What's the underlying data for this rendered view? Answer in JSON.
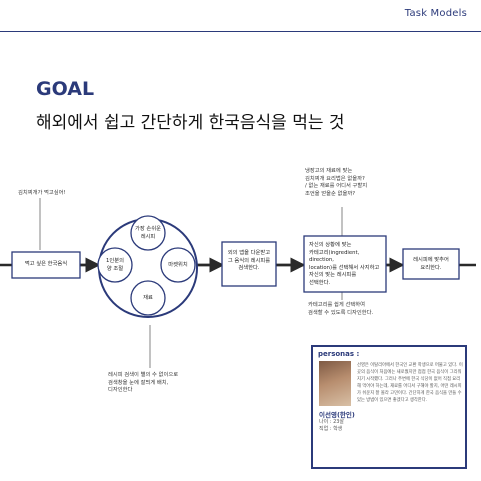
{
  "header": {
    "page_label": "Task Models"
  },
  "goal": {
    "label": "GOAL",
    "text": "해외에서 쉽고 간단하게 한국음식을 먹는 것"
  },
  "flow": {
    "start_note": "김치찌개가 먹고싶어!",
    "step1": "먹고 싶은 한국음식",
    "circles": {
      "ingredients": "1인분의\n양 조절",
      "recipe": "가장 손쉬운\n레시피",
      "tools": "마켓위치",
      "materials": "재료"
    },
    "below_circle_note": "레시피 검색이 별의 수 없이으로\n검색창을 눈에 잘띄게 배치,\n디자인한다",
    "step2": "외의 앱을 다운받고\n그 음식의 레시피를\n검색한다.",
    "above_note": "냉장고의 재료에 맞는\n김치찌개 요리법은 없을까?\n/ 없는 재료를 어디서 구할지\n조언을 얻을순 없을까?",
    "step3": "자신의 상황에 맞는\n카테고리(ingredient, direction,\nlocation)를 선택해서 사지하고\n자신의 맞는 레시피를\n선택한다.",
    "below_step3_note": "카테고리를 쉽게 선택하여\n검색할 수 있도록 디자인한다.",
    "step4": "레시피에 맞추어\n요리한다."
  },
  "persona": {
    "title": "personas :",
    "name": "이선영(한인)",
    "info": "나이 : 23살\n직업 : 학생",
    "description": "선영은 이탈리아에서 한국인 교환 학생으로 머물고 있다. 이곳의 음식이 처음에는 새로웠지만 점점 한국 음식이 그리워지기 시작했다. 그러나 주변에 한국 식당이 없어 직접 요리해 먹어야 하는데, 재료를 어디서 구해야 할지, 어떤 레시피가 쉬운지 잘 몰라 고민이다. 간단하게 한국 음식을 만들 수 있는 방법이 있으면 좋겠다고 생각한다."
  },
  "colors": {
    "accent": "#2b3a7a",
    "arrow": "#2a2a2a"
  }
}
